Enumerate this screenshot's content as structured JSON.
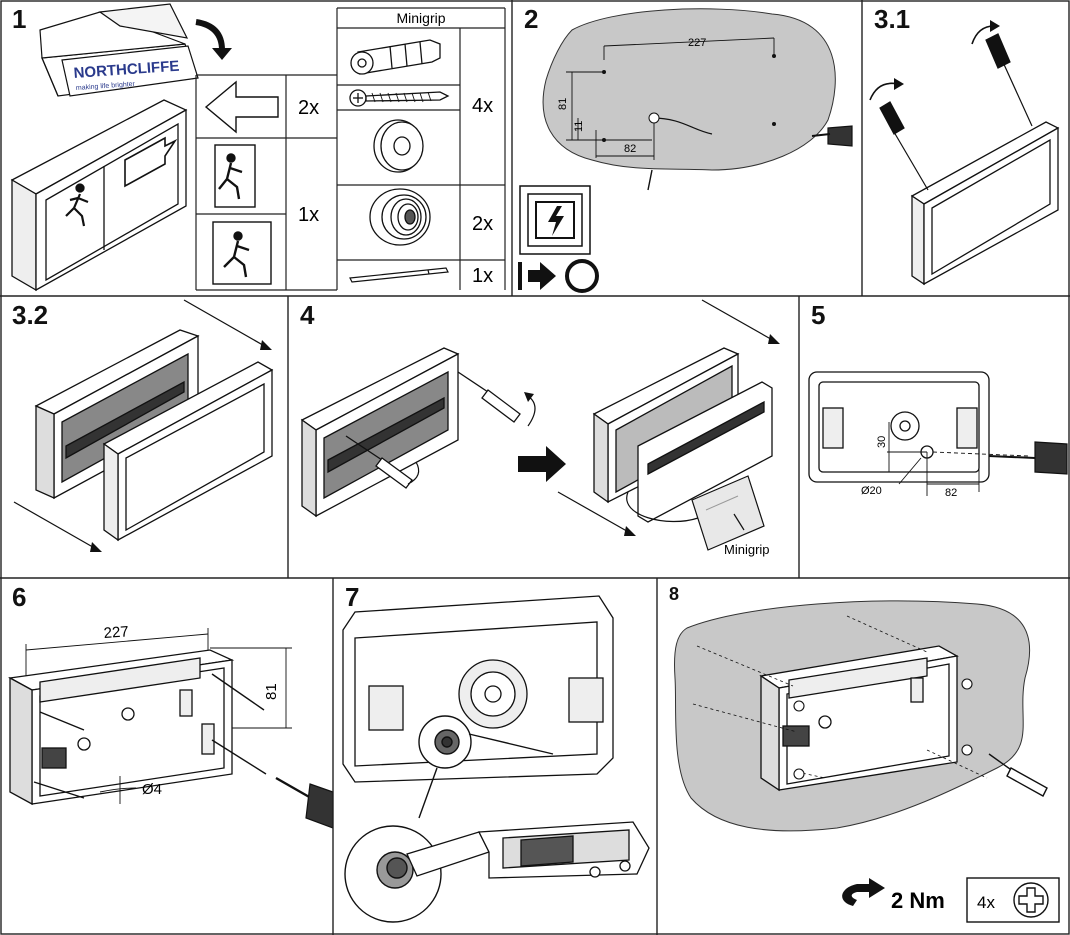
{
  "steps": {
    "s1": "1",
    "s2": "2",
    "s31": "3.1",
    "s32": "3.2",
    "s4": "4",
    "s5": "5",
    "s6": "6",
    "s7": "7",
    "s8": "8"
  },
  "step1": {
    "brand": "NORTHCLIFFE",
    "tagline": "making life brighter",
    "qty_arrows": "2x",
    "qty_pictos": "1x",
    "minigrip_title": "Minigrip",
    "qty_plugs_screws": "4x",
    "qty_grommets": "2x",
    "qty_rod": "1x"
  },
  "step2": {
    "dim_227": "227",
    "dim_81": "81",
    "dim_11": "11",
    "dim_82": "82"
  },
  "step4": {
    "minigrip_label": "Minigrip"
  },
  "step5": {
    "dim_30": "30",
    "dim_20": "Ø20",
    "dim_82": "82"
  },
  "step6": {
    "dim_227": "227",
    "dim_81": "81",
    "dim_4": "Ø4"
  },
  "step8": {
    "torque": "2 Nm",
    "qty_screws": "4x"
  },
  "colors": {
    "wall": "#c8c8c8",
    "line": "#111111",
    "grid": "#222222",
    "led": "#444444"
  },
  "icons": [
    "box-icon",
    "arrow-sign-icon",
    "exit-pictogram-icon",
    "wall-plug-icon",
    "screw-icon",
    "washer-icon",
    "grommet-icon",
    "rod-icon",
    "power-off-icon",
    "drill-icon",
    "screwdriver-icon",
    "cutter-knife-icon",
    "torque-icon",
    "phillips-screw-icon"
  ]
}
